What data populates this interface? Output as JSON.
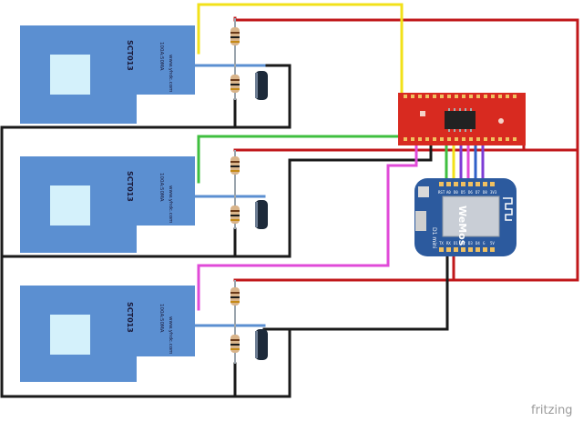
{
  "sensors": [
    {
      "model": "SCT013",
      "rating": "100A:50MA",
      "url": "www.yhdc.com"
    },
    {
      "model": "SCT013",
      "rating": "100A:50MA",
      "url": "www.yhdc.com"
    },
    {
      "model": "SCT013",
      "rating": "100A:50MA",
      "url": "www.yhdc.com"
    }
  ],
  "board": {
    "name": "D1 mini",
    "brand": "WeMos",
    "top_pins": [
      "RST",
      "A0",
      "D0",
      "D5",
      "D6",
      "D7",
      "D8",
      "3V3"
    ],
    "bottom_pins": [
      "TX",
      "RX",
      "D1",
      "D2",
      "D3",
      "D4",
      "G",
      "5V"
    ]
  },
  "footer": {
    "watermark": "fritzing"
  },
  "colors": {
    "sensor_body": "#5b8fd1",
    "sensor_window": "#d4f1fb",
    "wire_red": "#c0171a",
    "wire_black": "#1a1a1a",
    "wire_yellow": "#f2e11a",
    "wire_green": "#3fbf3f",
    "wire_magenta": "#e04ad8",
    "wire_purple": "#7d3cd6",
    "wire_blue": "#2f5fc8",
    "adc_board": "#d82a20",
    "mcu_board": "#2c5a9e"
  }
}
